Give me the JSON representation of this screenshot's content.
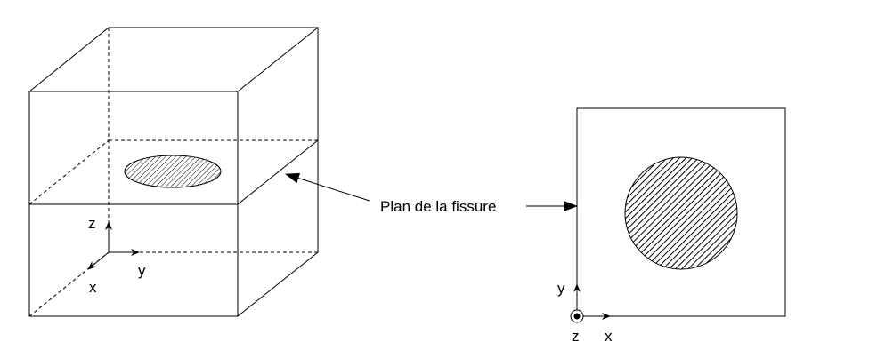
{
  "label": "Plan de la fissure",
  "cube_axes": {
    "z": "z",
    "y": "y",
    "x": "x"
  },
  "plane_axes": {
    "y": "y",
    "z": "z",
    "x": "x"
  }
}
